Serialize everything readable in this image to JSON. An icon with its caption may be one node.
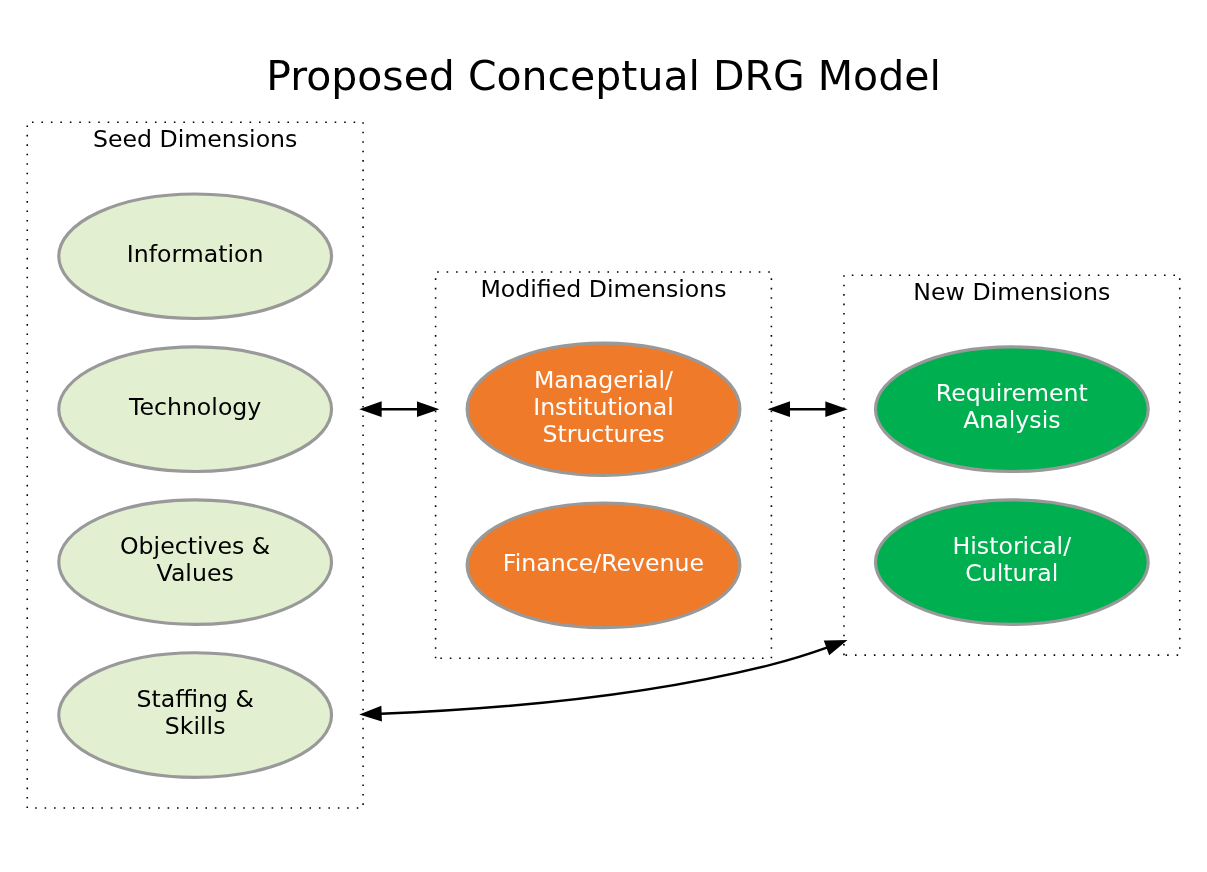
{
  "diagram": {
    "title": "Proposed Conceptual DRG Model",
    "nodes": [
      {
        "text": [
          "Seed Dimensions"
        ]
      },
      {
        "text": [
          "Information"
        ],
        "in": 0
      },
      {
        "text": [
          "Technology"
        ],
        "in": 0
      },
      {
        "text": [
          "Objectives & Values"
        ],
        "in": 0
      },
      {
        "text": [
          "Staffing & Skills"
        ],
        "in": 0
      },
      {
        "text": [
          "Modified Dimensions"
        ]
      },
      {
        "text": [
          "Managerial/ Institutional Structures"
        ],
        "in": 5
      },
      {
        "text": [
          "Finance/Revenue"
        ],
        "in": 5
      },
      {
        "text": [
          "New Dimensions"
        ]
      },
      {
        "text": [
          "Requirement Analysis"
        ],
        "in": 8
      },
      {
        "text": [
          "Historical/ Cultural"
        ],
        "in": 8
      }
    ],
    "edges": [
      {
        "from": 0,
        "to": 5,
        "arrow": "both"
      },
      {
        "from": 5,
        "to": 8,
        "arrow": "both"
      },
      {
        "from": 0,
        "to": 8,
        "arrow": "both"
      }
    ]
  }
}
